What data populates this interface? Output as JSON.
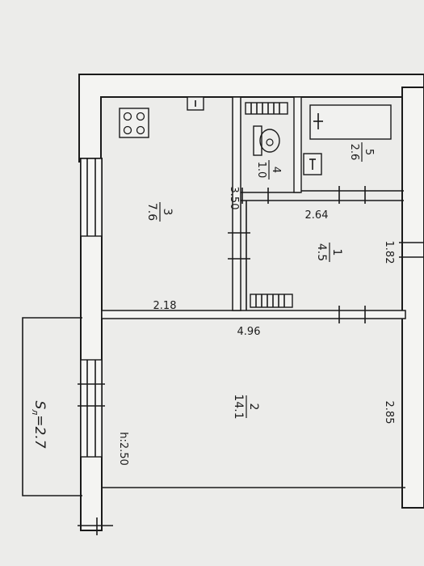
{
  "rooms": [
    {
      "id": "1",
      "area": "4.5"
    },
    {
      "id": "2",
      "area": "14.1"
    },
    {
      "id": "3",
      "area": "7.6"
    },
    {
      "id": "4",
      "area": "1.0"
    },
    {
      "id": "5",
      "area": "2.6"
    }
  ],
  "dimensions": {
    "kitchen_length": "3.50",
    "kitchen_width": "2.18",
    "hall_length": "2.64",
    "hall_width": "1.82",
    "room_length": "4.96",
    "room_width": "2.85",
    "ceiling_height": "h:2.50"
  },
  "balcony": {
    "label": "S",
    "sub": "л",
    "value": "=2.7"
  }
}
